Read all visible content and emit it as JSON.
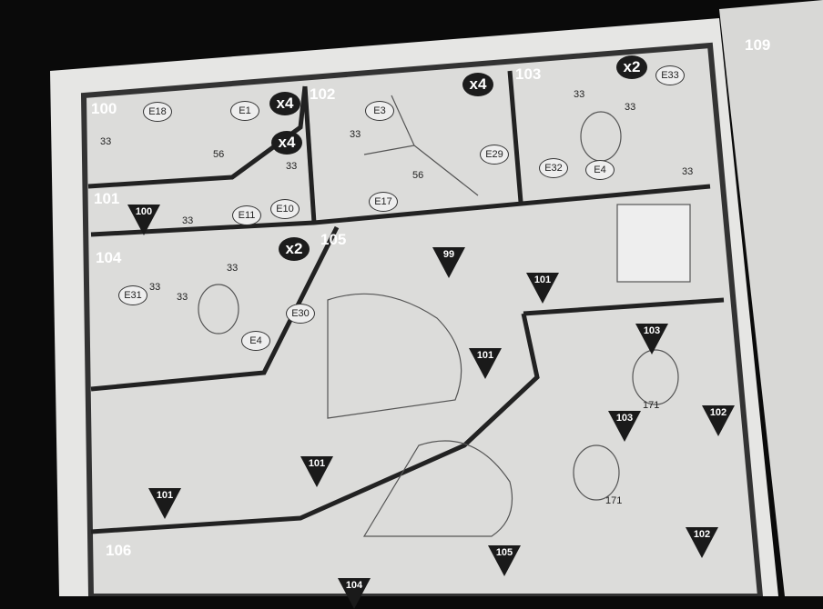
{
  "steps": [
    "100",
    "101",
    "102",
    "103",
    "104",
    "105",
    "106",
    "109"
  ],
  "badges": [
    "x4",
    "x4",
    "x4",
    "x2",
    "x2"
  ],
  "parts": [
    "E18",
    "E1",
    "E11",
    "E10",
    "E3",
    "E29",
    "E17",
    "E33",
    "E32",
    "E4",
    "E31",
    "E30",
    "E4"
  ],
  "numbers": [
    "33",
    "56",
    "33",
    "33",
    "33",
    "56",
    "33",
    "33",
    "33",
    "33",
    "33",
    "33",
    "171",
    "171"
  ],
  "refs": [
    "100",
    "99",
    "101",
    "101",
    "103",
    "103",
    "102",
    "102",
    "101",
    "101",
    "105",
    "104"
  ]
}
